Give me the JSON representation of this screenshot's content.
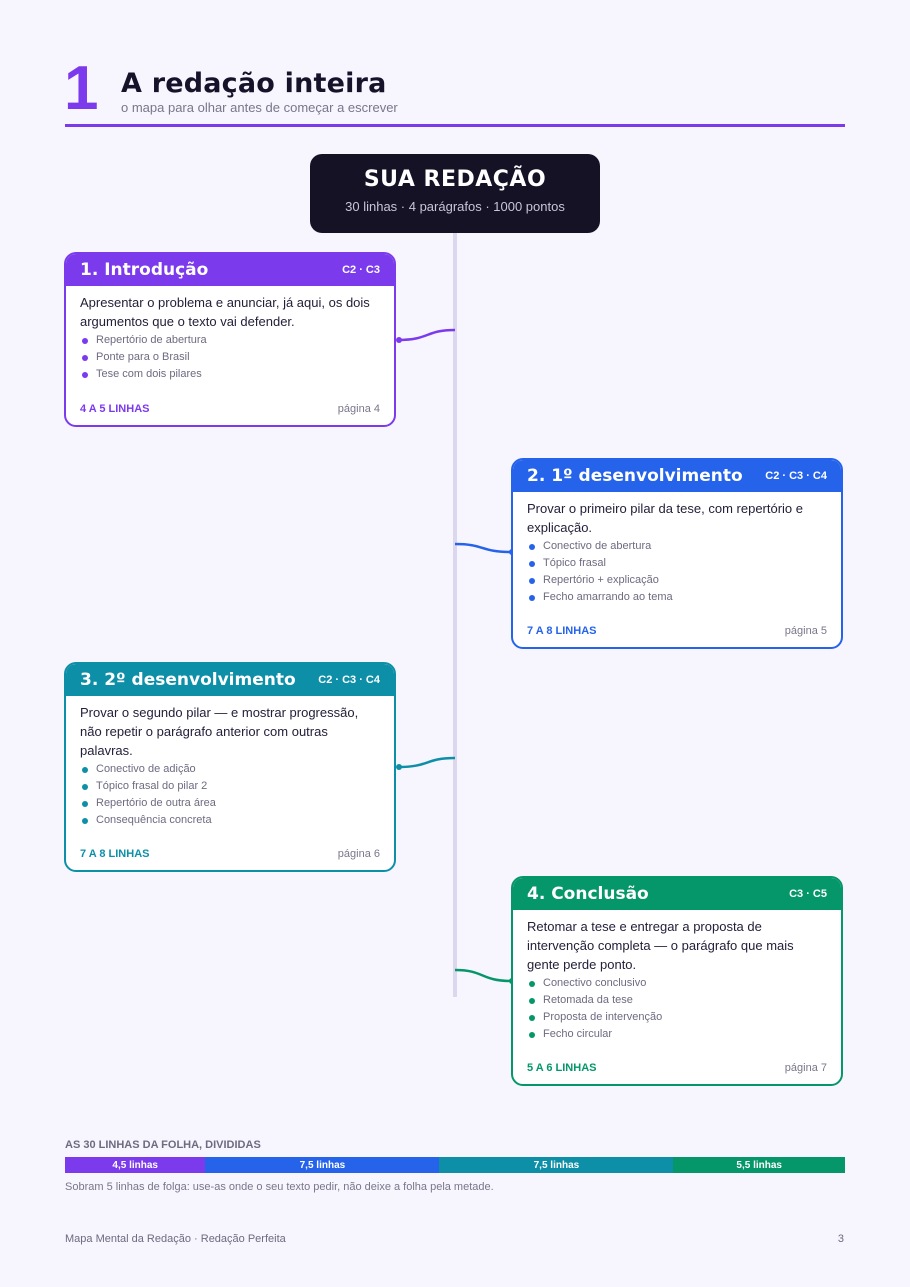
{
  "header": {
    "chapter_number": "1",
    "title": "A redação inteira",
    "subtitle": "o mapa para olhar antes de começar a escrever",
    "accent": "#7c3aed"
  },
  "root": {
    "title": "SUA REDAÇÃO",
    "subtitle": "30 linhas · 4 parágrafos · 1000 pontos"
  },
  "cards": [
    {
      "title": "1. Introdução",
      "competencies": "C2 · C3",
      "description": "Apresentar o problema e anunciar, já aqui, os dois argumentos que o texto vai defender.",
      "items": [
        "Repertório de abertura",
        "Ponte para o Brasil",
        "Tese com dois pilares"
      ],
      "lines": "4 A 5 LINHAS",
      "page": "página 4",
      "color": "#7c3aed"
    },
    {
      "title": "2. 1º desenvolvimento",
      "competencies": "C2 · C3 · C4",
      "description": "Provar o primeiro pilar da tese, com repertório e explicação.",
      "items": [
        "Conectivo de abertura",
        "Tópico frasal",
        "Repertório + explicação",
        "Fecho amarrando ao tema"
      ],
      "lines": "7 A 8 LINHAS",
      "page": "página 5",
      "color": "#2563eb"
    },
    {
      "title": "3. 2º desenvolvimento",
      "competencies": "C2 · C3 · C4",
      "description": "Provar o segundo pilar — e mostrar progressão, não repetir o parágrafo anterior com outras palavras.",
      "items": [
        "Conectivo de adição",
        "Tópico frasal do pilar 2",
        "Repertório de outra área",
        "Consequência concreta"
      ],
      "lines": "7 A 8 LINHAS",
      "page": "página 6",
      "color": "#0e8fa8"
    },
    {
      "title": "4. Conclusão",
      "competencies": "C3 · C5",
      "description": "Retomar a tese e entregar a proposta de intervenção completa — o parágrafo que mais gente perde ponto.",
      "items": [
        "Conectivo conclusivo",
        "Retomada da tese",
        "Proposta de intervenção",
        "Fecho circular"
      ],
      "lines": "5 A 6 LINHAS",
      "page": "página 7",
      "color": "#059669"
    }
  ],
  "distribution": {
    "label": "AS 30 LINHAS DA FOLHA, DIVIDIDAS",
    "segments": [
      {
        "label": "4,5 linhas",
        "value": 4.5,
        "color": "#7c3aed"
      },
      {
        "label": "7,5 linhas",
        "value": 7.5,
        "color": "#2563eb"
      },
      {
        "label": "7,5 linhas",
        "value": 7.5,
        "color": "#0e8fa8"
      },
      {
        "label": "5,5 linhas",
        "value": 5.5,
        "color": "#059669"
      }
    ],
    "note": "Sobram 5 linhas de folga: use-as onde o seu texto pedir, não deixe a folha pela metade."
  },
  "footer": {
    "left": "Mapa Mental da Redação · Redação Perfeita",
    "page_number": "3"
  }
}
